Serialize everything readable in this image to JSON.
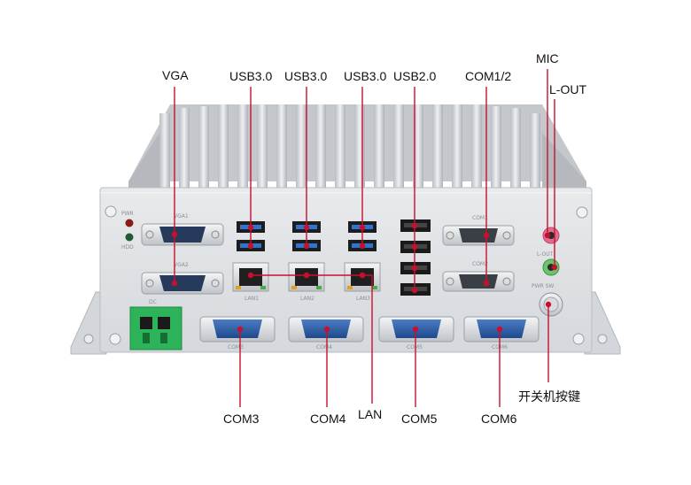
{
  "labels": {
    "vga": "VGA",
    "usb30_a": "USB3.0",
    "usb30_b": "USB3.0",
    "usb30_c": "USB3.0",
    "usb20": "USB2.0",
    "com12": "COM1/2",
    "mic": "MIC",
    "lout": "L-OUT",
    "com3": "COM3",
    "com4": "COM4",
    "lan": "LAN",
    "com5": "COM5",
    "com6": "COM6",
    "power_button": "开关机按键"
  },
  "panel_print": {
    "pwr": "PWR",
    "hdd": "HDD",
    "vga1": "VGA1",
    "vga2": "VGA2",
    "dc": "DC",
    "lan1": "LAN1",
    "lan2": "LAN2",
    "lan3": "LAN3",
    "com1": "COM1",
    "com2": "COM2",
    "com3": "COM3",
    "com4": "COM4",
    "com5": "COM5",
    "com6": "COM6",
    "lout": "L-OUT",
    "pwrsw": "PWR SW"
  },
  "colors": {
    "chassis": "#d9dcdf",
    "annotation_line": "#c8102e",
    "connector_blue": "#2a5ea8",
    "terminal_green": "#2db35a"
  }
}
